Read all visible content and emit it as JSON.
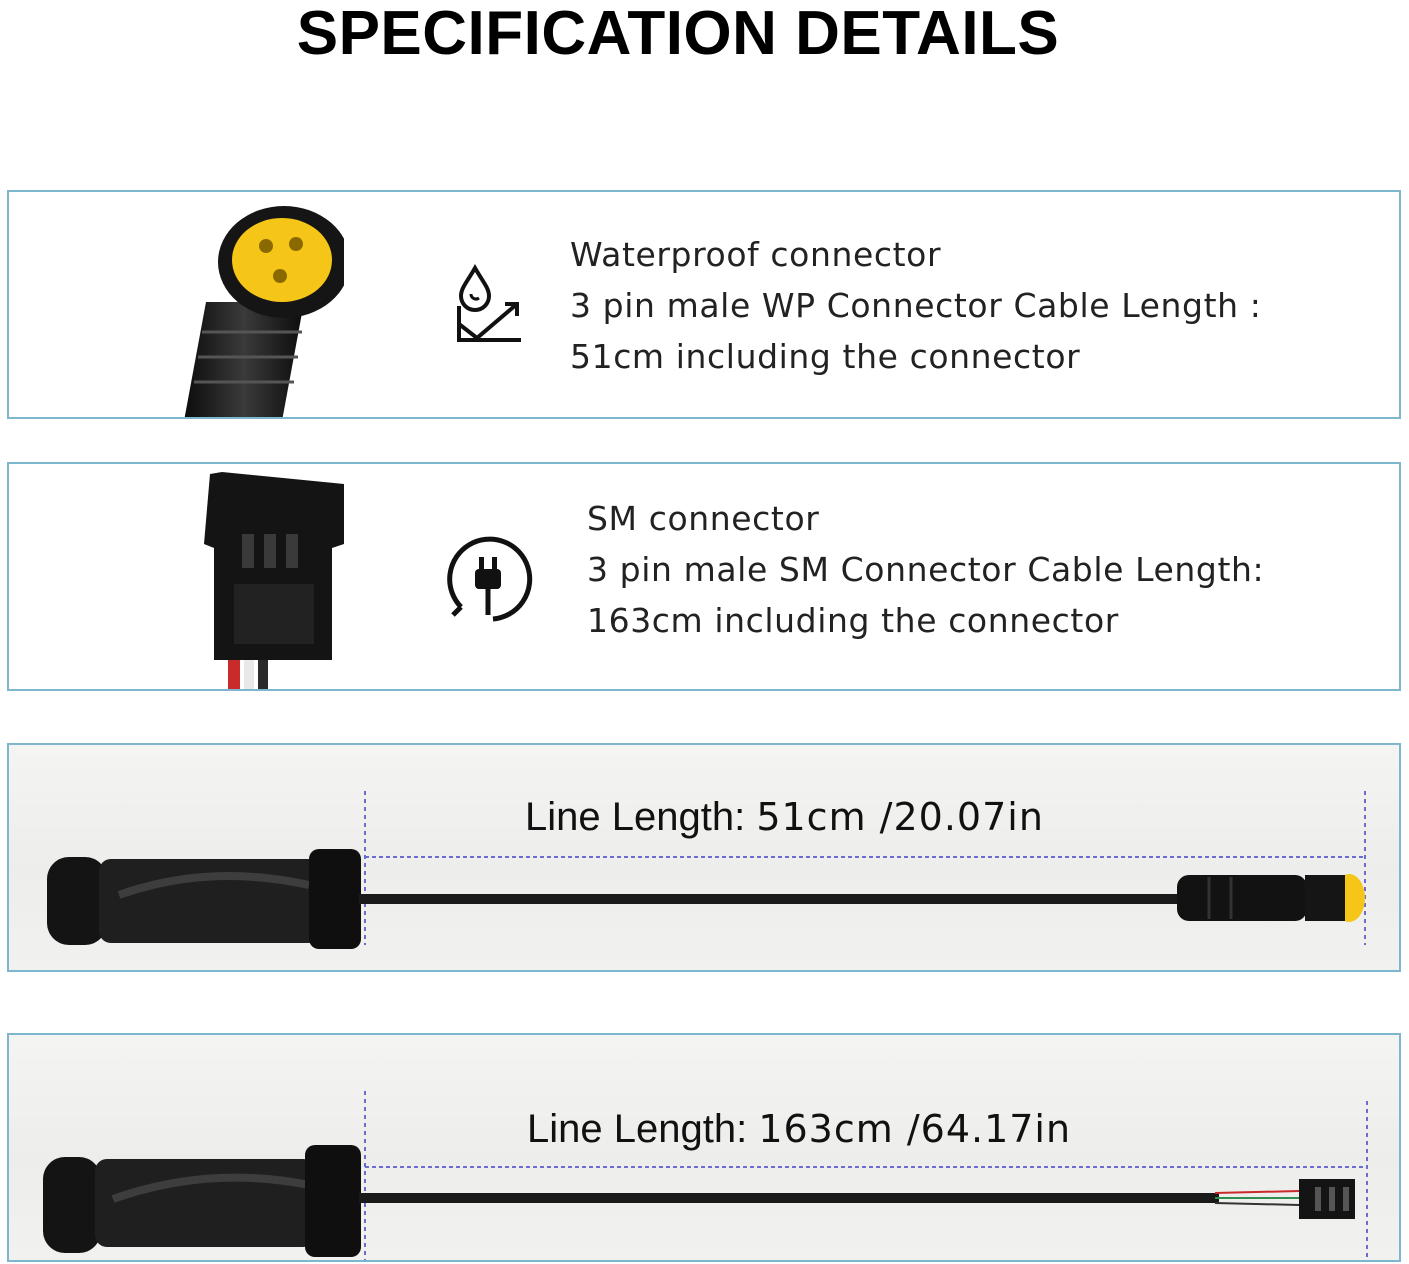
{
  "title": "SPECIFICATION DETAILS",
  "specs": [
    {
      "icon": "waterproof-icon",
      "heading": "Waterproof connector",
      "line1": "3 pin male WP Connector Cable Length :",
      "line2": "51cm including the connector"
    },
    {
      "icon": "power-plug-icon",
      "heading": "SM connector",
      "line1": "3 pin male SM Connector Cable Length:",
      "line2": "163cm including the connector"
    }
  ],
  "measurements": [
    {
      "label": "Line Length:",
      "value": "51cm /20.07in"
    },
    {
      "label": "Line Length:",
      "value": "163cm /64.17in"
    }
  ],
  "colors": {
    "card_border": "#7fb6cf",
    "connector_yellow": "#f5c518",
    "dimension_line": "#6b6bd0"
  }
}
